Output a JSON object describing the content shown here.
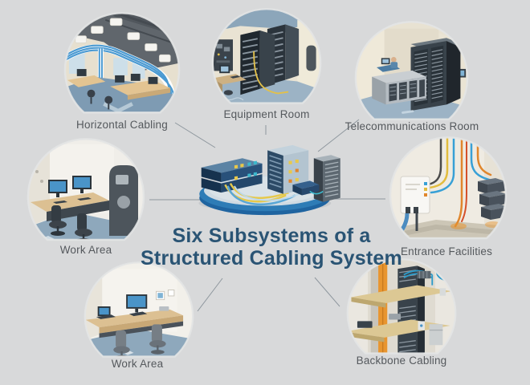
{
  "title": {
    "line1": "Six Subsystems of a",
    "line2": "Structured Cabling System"
  },
  "colors": {
    "background": "#d8d9da",
    "title_text": "#2a5474",
    "label_text": "#55595d",
    "connector_line": "#8b949b",
    "accent_blue_disc": "#2e7cb6",
    "cable_blue": "#38a0d6",
    "cable_yellow": "#e2bc3e",
    "cable_orange": "#e0862c"
  },
  "center_hub": {
    "name": "central-network-equipment-on-blue-disc"
  },
  "nodes": [
    {
      "id": "horizontal-cabling",
      "label": "Horizontal Cabling",
      "illustration": "office-ceiling-cable-tray"
    },
    {
      "id": "equipment-room",
      "label": "Equipment Room",
      "illustration": "server-racks-with-console"
    },
    {
      "id": "telecommunications-room",
      "label": "Telecommunications Room",
      "illustration": "telecom-rack-cabinets"
    },
    {
      "id": "work-area-left",
      "label": "Work Area",
      "illustration": "desks-monitors-door"
    },
    {
      "id": "entrance-facilities",
      "label": "Entrance Facilities",
      "illustration": "wall-box-with-conduits"
    },
    {
      "id": "work-area-bottom",
      "label": "Work Area",
      "illustration": "desk-dual-monitors"
    },
    {
      "id": "backbone-cabling",
      "label": "Backbone Cabling",
      "illustration": "riser-vertical-cabling"
    }
  ]
}
